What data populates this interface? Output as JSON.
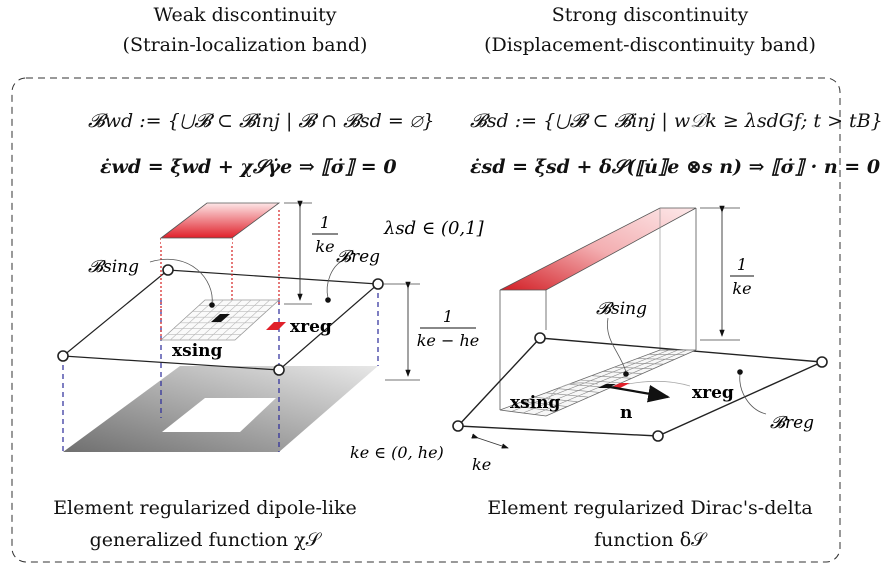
{
  "left_header": {
    "title": "Weak discontinuity",
    "subtitle": "(Strain-localization band)"
  },
  "right_header": {
    "title": "Strong discontinuity",
    "subtitle": "(Displacement-discontinuity band)"
  },
  "equations": {
    "wd_set": "𝓑wd := {⋃𝓑 ⊂ 𝓑inj | 𝓑 ∩ 𝓑sd = ∅}",
    "wd_strain": "ε̇wd = ξ̇wd + χ𝒮γ̇e  ⇒  ⟦σ̇⟧ = 0",
    "sd_set": "𝓑sd := {⋃𝓑 ⊂ 𝓑inj | w𝒟k ≥ λsdGf; t > tB}",
    "sd_strain": "ε̇sd = ξ̇sd + δ𝒮(⟦u̇⟧e ⊗s n)  ⇒  ⟦σ̇⟧ · n = 0"
  },
  "left_diagram": {
    "label_sing": "𝓑sing",
    "label_reg": "𝓑reg",
    "label_x_sing": "xsing",
    "label_x_reg": "xreg",
    "frac_top_num": "1",
    "frac_top_den": "ke",
    "frac_side_num": "1",
    "frac_side_den": "ke − he",
    "lambda": "λsd ∈ (0,1]"
  },
  "right_diagram": {
    "label_sing": "𝓑sing",
    "label_reg": "𝓑reg",
    "label_x_sing": "xsing",
    "label_x_reg": "xreg",
    "label_n": "n",
    "frac_num": "1",
    "frac_den": "ke",
    "k_range": "ke ∈ (0, he)",
    "k_width": "ke"
  },
  "captions": {
    "left_line1": "Element regularized dipole-like",
    "left_line2": "generalized function χ𝒮",
    "right_line1": "Element regularized Dirac's-delta",
    "right_line2": "function δ𝒮"
  },
  "colors": {
    "band_red": "#e0202a",
    "dashed_blue": "#2a2a9a",
    "dotted_red": "#d42020",
    "shadow_gray": "#888888"
  }
}
